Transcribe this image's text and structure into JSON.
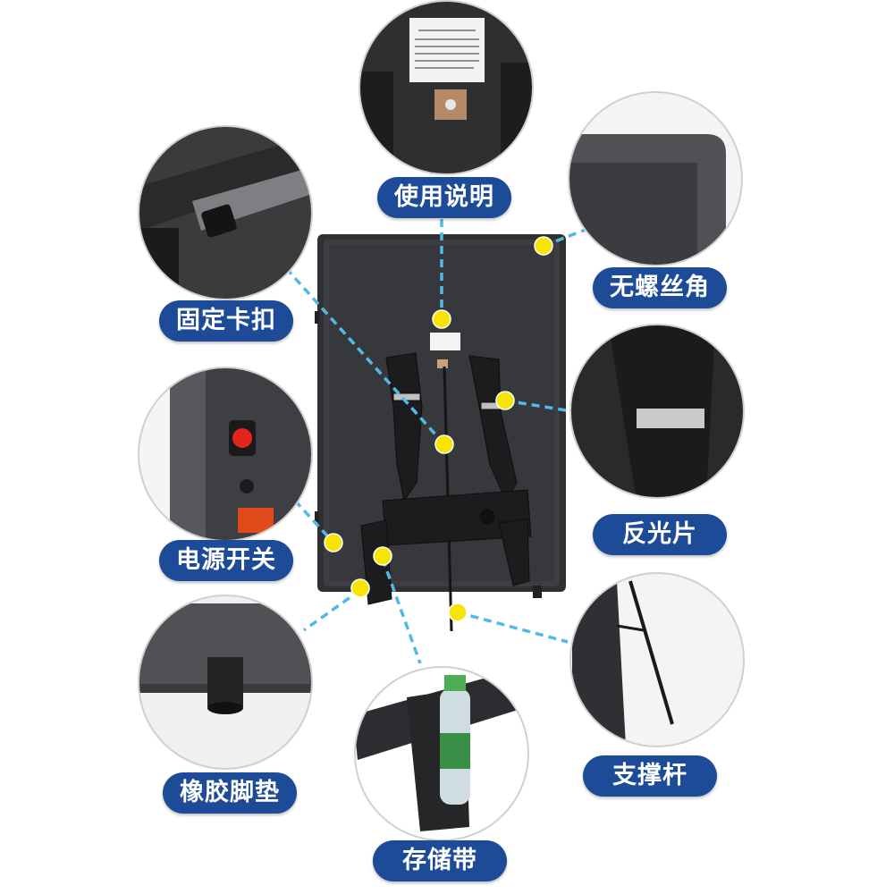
{
  "features": {
    "instructions": "使用说明",
    "screwless_corner": "无螺丝角",
    "buckle": "固定卡扣",
    "reflector": "反光片",
    "power_switch": "电源开关",
    "stand_rod": "支撑杆",
    "rubber_foot": "橡胶脚垫",
    "storage_strap": "存储带"
  },
  "colors": {
    "label_bg": "#1d4b97",
    "label_text": "#ffffff",
    "marker": "#f7e400",
    "leader_line": "#52b9e6",
    "board": "#3a3b3e"
  }
}
